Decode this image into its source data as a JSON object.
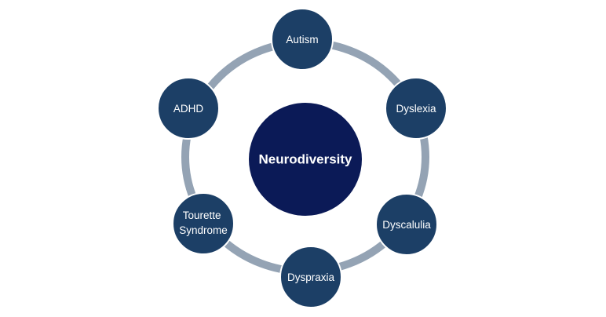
{
  "diagram": {
    "center": {
      "label": "Neurodiversity"
    },
    "nodes": [
      {
        "label_lines": [
          "Autism"
        ]
      },
      {
        "label_lines": [
          "Dyslexia"
        ]
      },
      {
        "label_lines": [
          "Dyscalulia"
        ]
      },
      {
        "label_lines": [
          "Dyspraxia"
        ]
      },
      {
        "label_lines": [
          "Tourette",
          "Syndrome"
        ]
      },
      {
        "label_lines": [
          "ADHD"
        ]
      }
    ]
  },
  "colors": {
    "ring": "#94a3b4",
    "node_fill": "#1c3f66",
    "node_stroke": "#ffffff",
    "center_fill": "#0b1a57",
    "text": "#ffffff"
  }
}
